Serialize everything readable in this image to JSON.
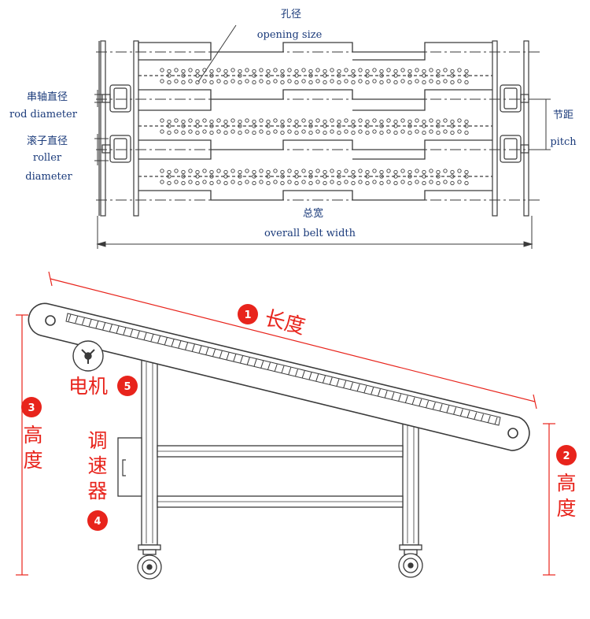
{
  "top_diagram": {
    "opening_size_cn": "孔径",
    "opening_size_en": "opening size",
    "rod_diameter_cn": "串轴直径",
    "rod_diameter_en": "rod diameter",
    "roller_diameter_cn": "滚子直径",
    "roller_diameter_en_1": "roller",
    "roller_diameter_en_2": "diameter",
    "pitch_cn": "节距",
    "pitch_en": "pitch",
    "overall_width_cn": "总宽",
    "overall_width_en": "overall belt width"
  },
  "bottom_diagram": {
    "length": {
      "num": "1",
      "label": "长度"
    },
    "height_right": {
      "num": "2",
      "label_1": "高",
      "label_2": "度"
    },
    "height_left": {
      "num": "3",
      "label_1": "高",
      "label_2": "度"
    },
    "controller": {
      "num": "4",
      "label_1": "调",
      "label_2": "速",
      "label_3": "器"
    },
    "motor": {
      "num": "5",
      "label": "电机"
    }
  },
  "colors": {
    "line": "#3a3a3a",
    "label_blue": "#1a3a7a",
    "accent_red": "#e8241c"
  }
}
